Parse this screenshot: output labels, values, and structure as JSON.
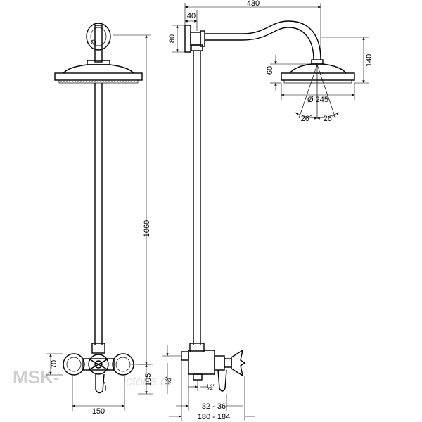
{
  "front_view": {
    "height_label": "1060",
    "handle_offset_label": "70",
    "bottom_height_label": "105",
    "width_label": "150"
  },
  "side_view": {
    "arm_length_label": "430",
    "wall_offset_label": "40",
    "flange_label": "80",
    "drop_label": "140",
    "head_height_label": "60",
    "diameter_label": "Ø 245",
    "angle_left_label": "26°",
    "angle_right_label": "26°",
    "inlet_label": "½\"",
    "outlet_label": "½\"",
    "connection_label": "32 - 36",
    "depth_label": "180 - 184"
  },
  "watermark": {
    "brand": "MSK-",
    "site": "ictoria.ru"
  }
}
